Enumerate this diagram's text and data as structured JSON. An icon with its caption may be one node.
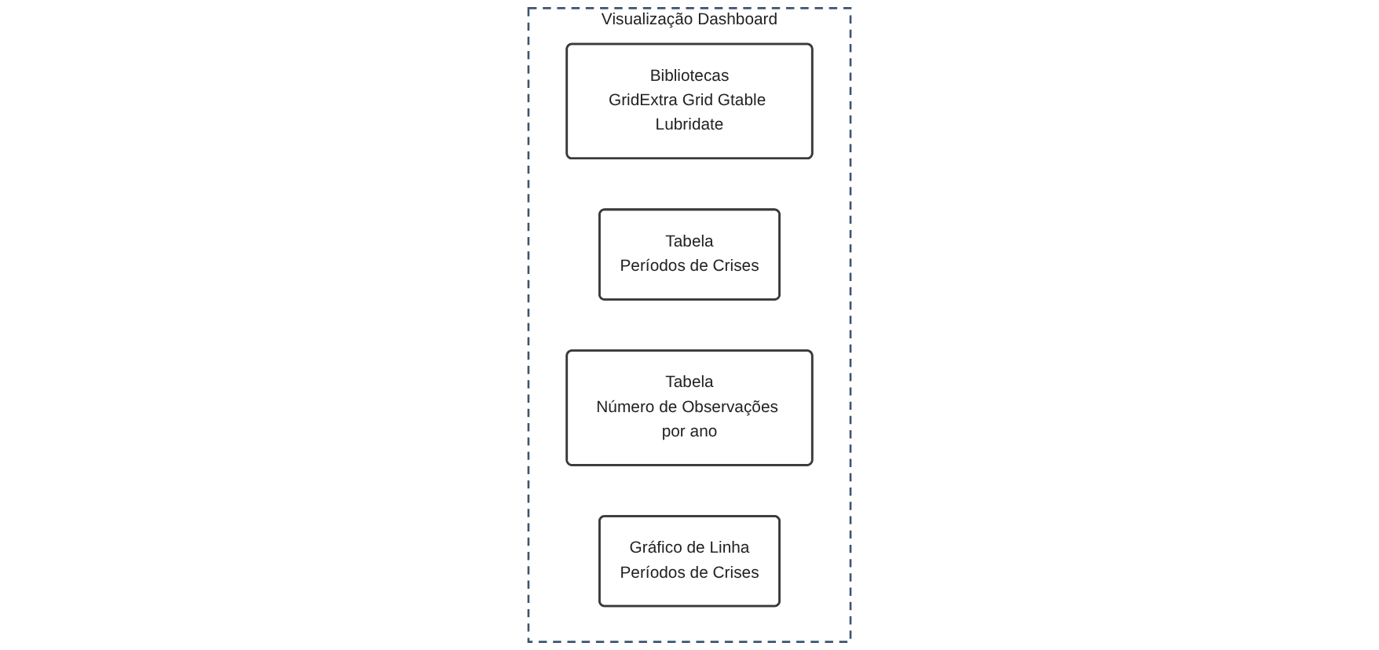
{
  "diagram": {
    "nodes": [
      {
        "text": [
          "Visualização Dashboard"
        ]
      },
      {
        "text": [
          "Bibliotecas",
          "GridExtra Grid Gtable Lubridate"
        ],
        "in": 0
      },
      {
        "text": [
          "Tabela",
          "Períodos de Crises"
        ],
        "in": 0
      },
      {
        "text": [
          "Tabela",
          "Número de Observações por ano"
        ],
        "in": 0
      },
      {
        "text": [
          "Gráfico de Linha",
          "Períodos de Crises"
        ],
        "in": 0
      }
    ],
    "edges": []
  }
}
